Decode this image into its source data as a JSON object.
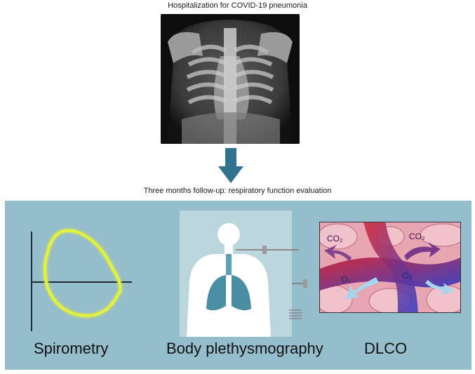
{
  "captions": {
    "top": "Hospitalization for COVID-19 pneumonia",
    "middle": "Three months follow-up: respiratory function evaluation"
  },
  "panels": {
    "spirometry": "Spirometry",
    "plethysmography": "Body plethysmography",
    "dlco": "DLCO"
  },
  "gas_labels": {
    "co2": "CO₂",
    "o2": "O₂"
  },
  "colors": {
    "panel_bg": "#95bdcb",
    "arrow": "#2f7391",
    "loop": "#e5f23a",
    "lungs": "#4a8ea4",
    "artery": "#d8232a",
    "vein": "#2a3fd0",
    "co2_arrow": "#7a3a8a",
    "o2_arrow": "#a8d4ee"
  }
}
